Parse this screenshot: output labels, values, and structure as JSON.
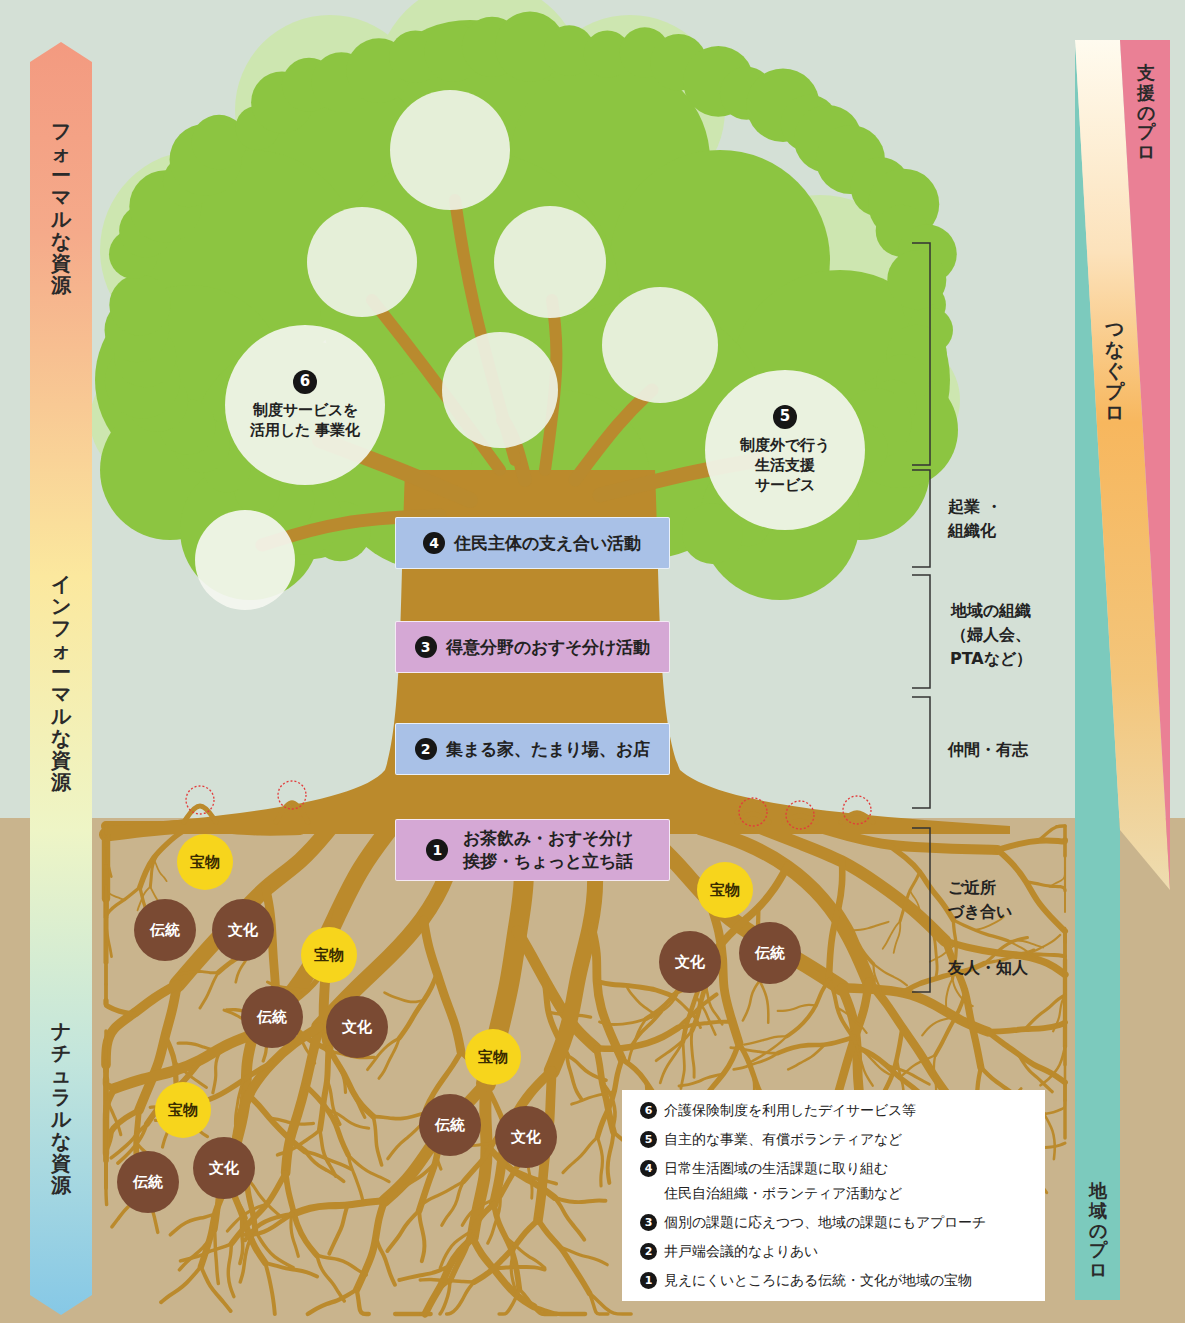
{
  "diagram": {
    "nodes": [
      {
        "text": [
          "6",
          "制度サービスを 活用した 事業化"
        ]
      },
      {
        "text": [
          "5",
          "制度外で行う 生活支援 サービス"
        ]
      },
      {
        "text": [
          "4",
          "住民主体の支え合い活動"
        ]
      },
      {
        "text": [
          "3",
          "得意分野のおすそ分け活動"
        ]
      },
      {
        "text": [
          "2",
          "集まる家、たまり場、お店"
        ]
      },
      {
        "text": [
          "1",
          "お茶飲み・おすそ分け 挨拶・ちょっと立ち話"
        ]
      },
      {
        "text": [
          "宝物"
        ]
      },
      {
        "text": [
          "伝統"
        ]
      },
      {
        "text": [
          "文化"
        ]
      },
      {
        "text": [
          "宝物"
        ]
      },
      {
        "text": [
          "文化"
        ]
      },
      {
        "text": [
          "伝統"
        ]
      },
      {
        "text": [
          "宝物"
        ]
      },
      {
        "text": [
          "伝統"
        ]
      },
      {
        "text": [
          "文化"
        ]
      },
      {
        "text": [
          "宝物"
        ]
      },
      {
        "text": [
          "伝統"
        ]
      },
      {
        "text": [
          "文化"
        ]
      },
      {
        "text": [
          "宝物"
        ]
      },
      {
        "text": [
          "伝統"
        ]
      },
      {
        "text": [
          "文化"
        ]
      }
    ],
    "labels": [
      "フォーマルな資源",
      "インフォーマルな資源",
      "ナチュラルな資源",
      "支援のプロ",
      "つなぐプロ",
      "地域のプロ",
      "起業 ・組織化",
      "地域の組織 （婦人会、 PTAなど）",
      "仲間・有志",
      "ご近所 づき合い",
      "友人・知人",
      "6",
      "5",
      "4",
      "3",
      "2",
      "1"
    ],
    "legend": [
      {
        "text": "介護保険制度を利用したデイサービス等"
      },
      {
        "text": "自主的な事業、有償ボランティアなど"
      },
      {
        "text": "日常生活圏域の生活課題に取り組む 住民自治組織・ボランティア活動など"
      },
      {
        "text": "個別の課題に応えつつ、地域の課題にもアプローチ"
      },
      {
        "text": "井戸端会議的なよりあい"
      },
      {
        "text": "見えにくいところにある伝統・文化が地域の宝物"
      }
    ]
  }
}
